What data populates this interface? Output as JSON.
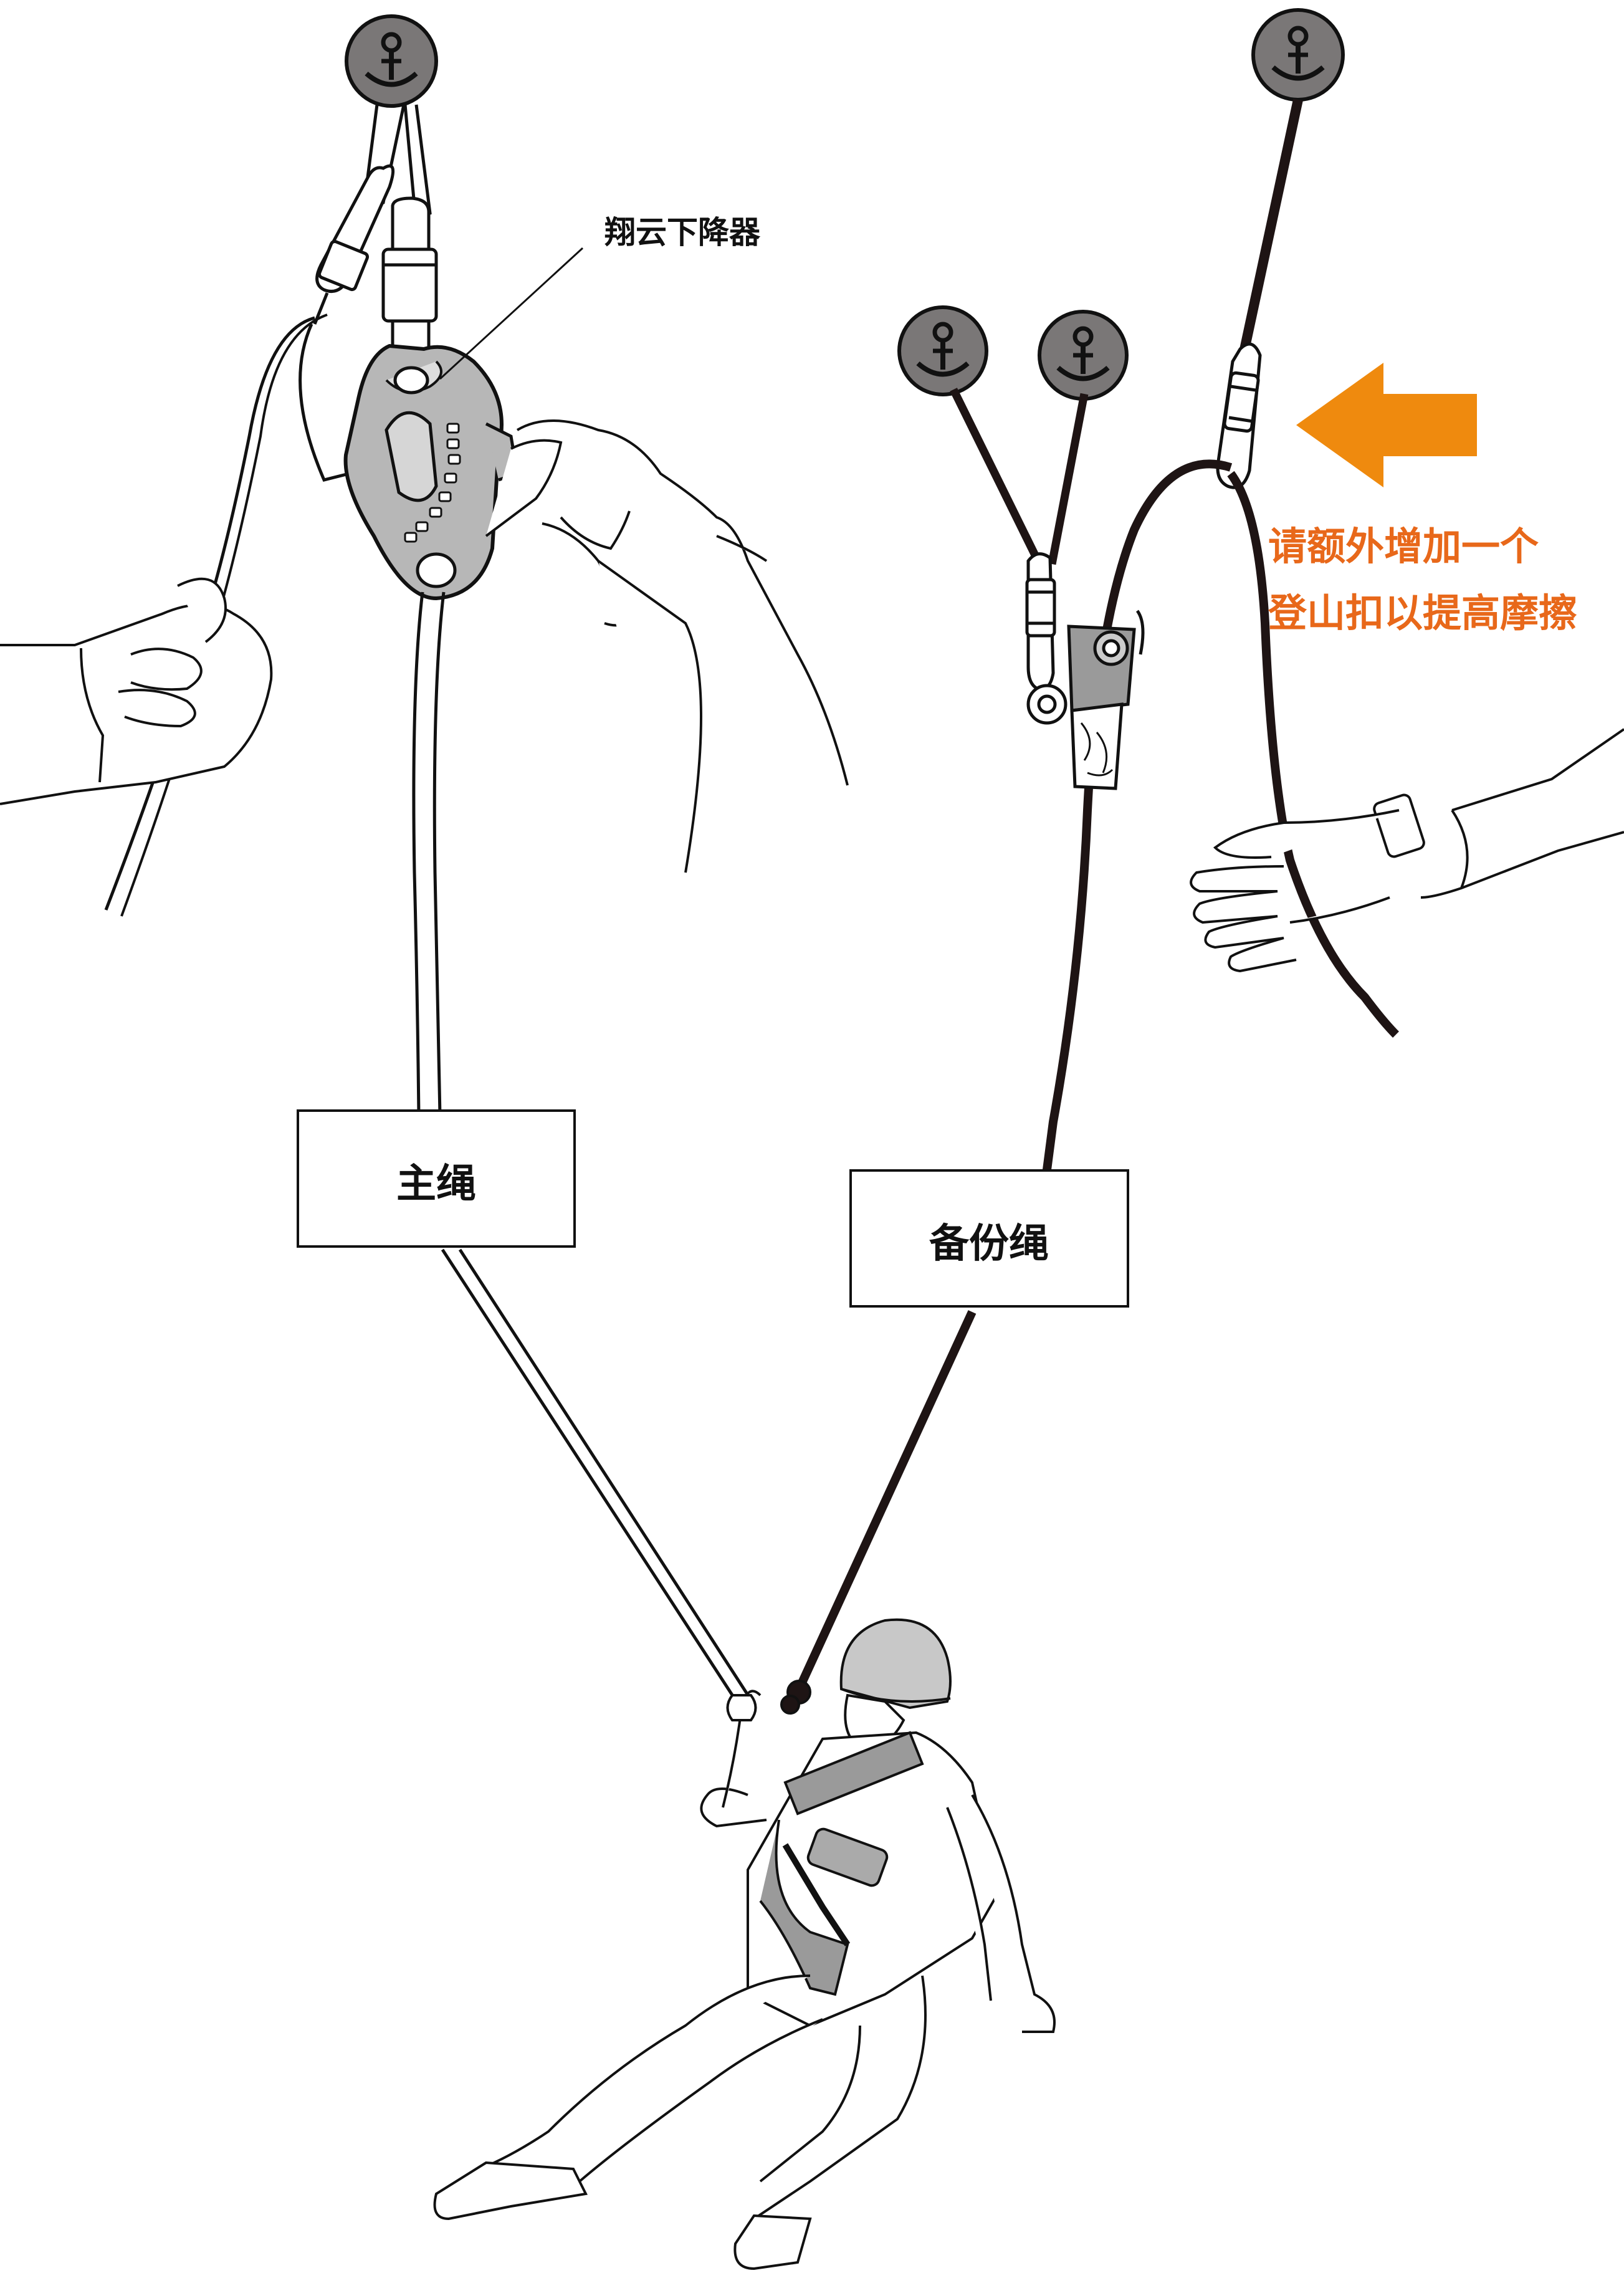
{
  "labels": {
    "descender": "翔云下降器",
    "main_rope": "主绳",
    "backup_rope": "备份绳"
  },
  "note": {
    "line1": "请额外增加一个",
    "line2": "登山扣以提高摩擦",
    "color": "#e8681a"
  },
  "colors": {
    "arrow": "#ef8a0e",
    "anchor": "#7a7777",
    "backup_rope": "#1e1414",
    "device": "#b7b7b7"
  },
  "icons": [
    "anchor-icon",
    "carabiner-icon",
    "descender-device-icon",
    "arrow-left-icon",
    "hand-icon",
    "rescuer-figure-icon"
  ]
}
